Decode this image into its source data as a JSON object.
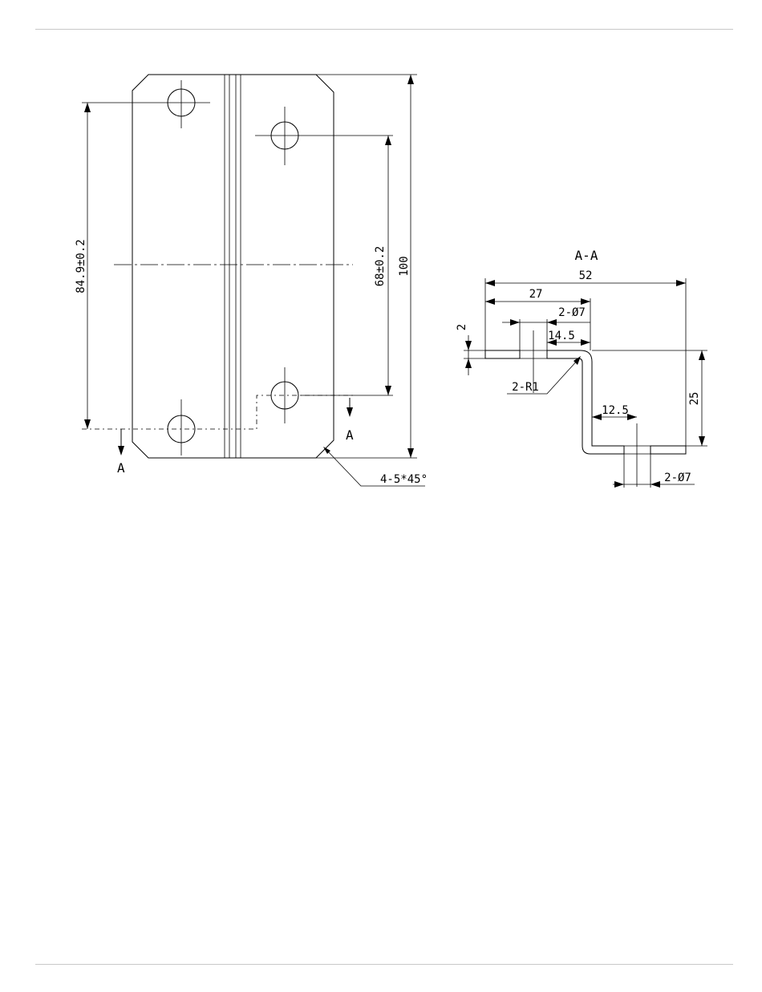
{
  "plan_view": {
    "dim_vertical_left": "84.9±0.2",
    "dim_vertical_mid": "68±0.2",
    "dim_vertical_right": "100",
    "section_mark_left": "A",
    "section_mark_right": "A",
    "chamfer_note": "4-5*45°"
  },
  "section_view": {
    "title": "A-A",
    "dim_total_width": "52",
    "dim_27": "27",
    "dim_hole_top": "2-Ø7",
    "dim_14_5": "14.5",
    "dim_thickness": "2",
    "dim_radius": "2-R1",
    "dim_height": "25",
    "dim_12_5": "12.5",
    "dim_hole_bottom": "2-Ø7"
  }
}
